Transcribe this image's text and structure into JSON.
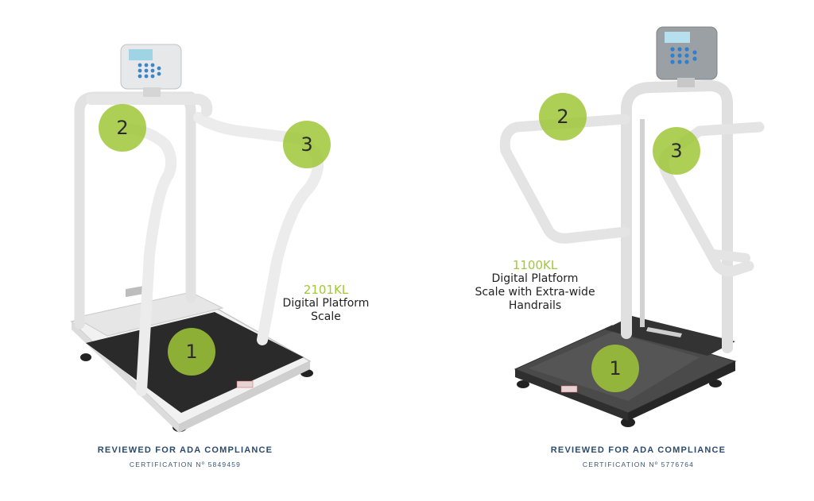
{
  "products": [
    {
      "model": "2101KL",
      "description_lines": [
        "Digital Platform",
        "Scale"
      ],
      "markers": [
        "1",
        "2",
        "3"
      ],
      "certification": {
        "title": "REVIEWED FOR ADA COMPLIANCE",
        "number_line": "CERTIFICATION Nº  5849459"
      },
      "colors": {
        "frame": "#ebebeb",
        "platform": "#2a2a2a",
        "display": "#e6e8ea"
      }
    },
    {
      "model": "1100KL",
      "description_lines": [
        "Digital Platform",
        "Scale with Extra-wide",
        "Handrails"
      ],
      "markers": [
        "1",
        "2",
        "3"
      ],
      "certification": {
        "title": "REVIEWED FOR ADA COMPLIANCE",
        "number_line": "CERTIFICATION Nº  5776764"
      },
      "colors": {
        "frame": "#e2e2e2",
        "platform": "#4a4a4a",
        "display": "#9aa0a4"
      }
    }
  ],
  "accent_color": "#a0c838",
  "cert_color": "#2c4a6b"
}
